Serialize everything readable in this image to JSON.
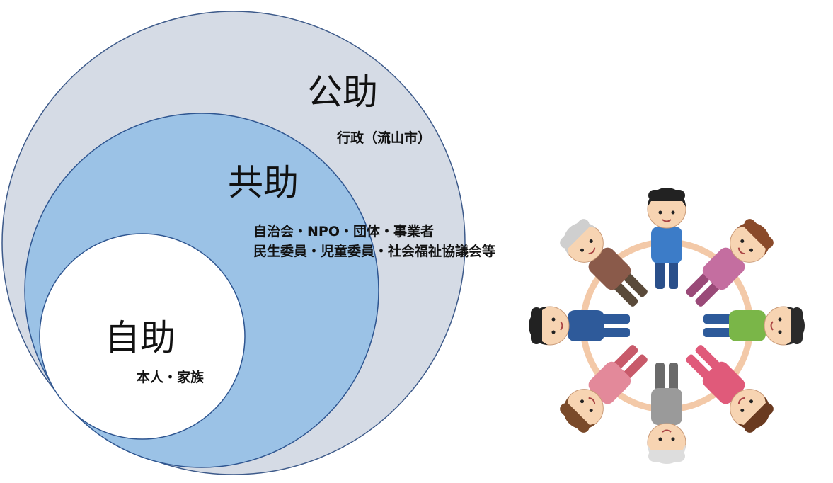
{
  "diagram": {
    "outer": {
      "title": "公助",
      "subtitle": "行政（流山市）",
      "fill": "#d5dbe5",
      "stroke": "#3d5a8a"
    },
    "middle": {
      "title": "共助",
      "lines": [
        "自治会・NPO・団体・事業者",
        "民生委員・児童委員・社会福祉協議会等"
      ],
      "fill": "#9bc2e6",
      "stroke": "#2e5590"
    },
    "inner": {
      "title": "自助",
      "subtitle": "本人・家族",
      "fill": "#ffffff",
      "stroke": "#2e5590"
    }
  },
  "illustration": {
    "icon": "people-holding-hands-circle-icon",
    "figure_count": 8
  }
}
